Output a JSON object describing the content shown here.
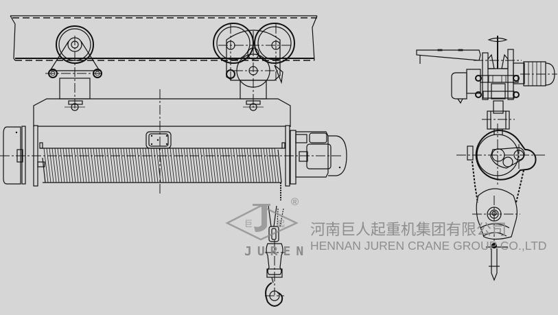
{
  "drawing": {
    "type": "technical-drawing",
    "subject": "electric wire rope hoist",
    "background_color": "#d6d6d6",
    "line_color": "#111111",
    "views": [
      {
        "name": "front-view",
        "label": ""
      },
      {
        "name": "side-view",
        "label": ""
      }
    ]
  },
  "watermark": {
    "logo_char_left": "巨",
    "logo_char_right": "起",
    "logo_letters": "JUREN",
    "registered_mark": "®",
    "company_name_cn": "河南巨人起重机集团有限公司",
    "company_name_en": "HENNAN JUREN CRANE GROUP CO.,LTD",
    "color": "#8a8a8a"
  }
}
